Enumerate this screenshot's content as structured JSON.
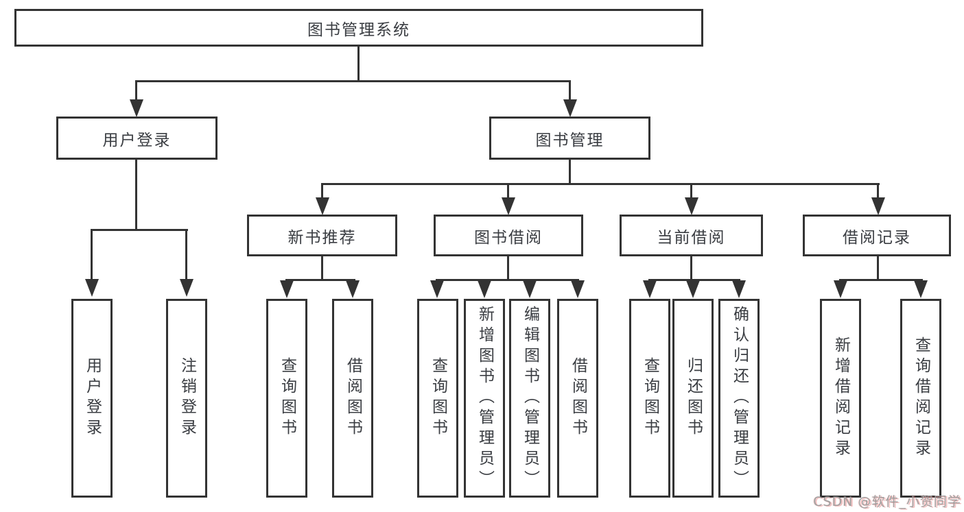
{
  "tree": {
    "label": "图书管理系统",
    "children": [
      {
        "label": "用户登录",
        "children": [
          {
            "label": "用户登录"
          },
          {
            "label": "注销登录"
          }
        ]
      },
      {
        "label": "图书管理",
        "children": [
          {
            "label": "新书推荐",
            "children": [
              {
                "label": "查询图书"
              },
              {
                "label": "借阅图书"
              }
            ]
          },
          {
            "label": "图书借阅",
            "children": [
              {
                "label": "查询图书"
              },
              {
                "label": "新增图书（管理员）"
              },
              {
                "label": "编辑图书（管理员）"
              },
              {
                "label": "借阅图书"
              }
            ]
          },
          {
            "label": "当前借阅",
            "children": [
              {
                "label": "查询图书"
              },
              {
                "label": "归还图书"
              },
              {
                "label": "确认归还（管理员）"
              }
            ]
          },
          {
            "label": "借阅记录",
            "children": [
              {
                "label": "新增借阅记录"
              },
              {
                "label": "查询借阅记录"
              }
            ]
          }
        ]
      }
    ]
  },
  "watermark": {
    "text": "CSDN @软件_小贺同学"
  },
  "colors": {
    "line": "#333333",
    "text": "#3a3d42",
    "watermark_gray": "#a0a0a0",
    "watermark_red": "#e26c6c",
    "background": "#ffffff"
  }
}
